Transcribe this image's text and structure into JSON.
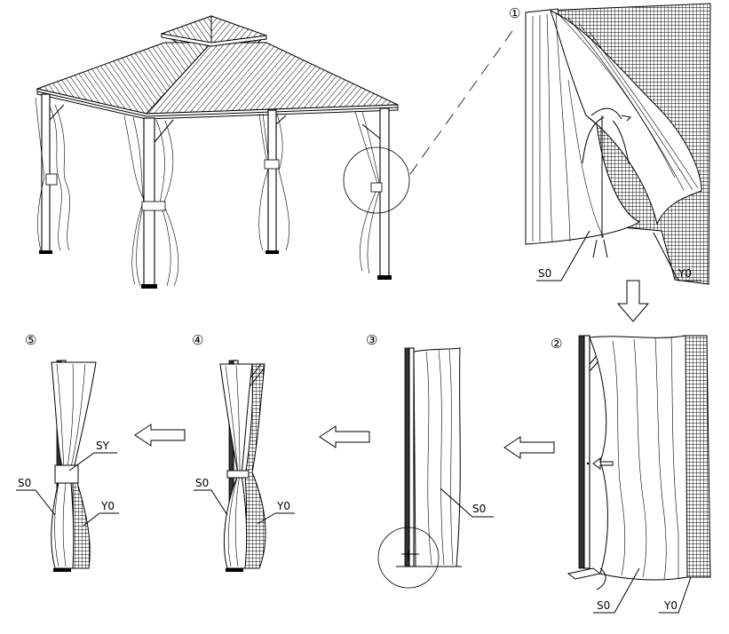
{
  "steps": {
    "s1": "①",
    "s2": "②",
    "s3": "③",
    "s4": "④",
    "s5": "⑤"
  },
  "labels": {
    "curtain": "S0",
    "net": "Y0",
    "strap": "SY"
  },
  "colors": {
    "ink": "#000000",
    "paper": "#ffffff"
  }
}
